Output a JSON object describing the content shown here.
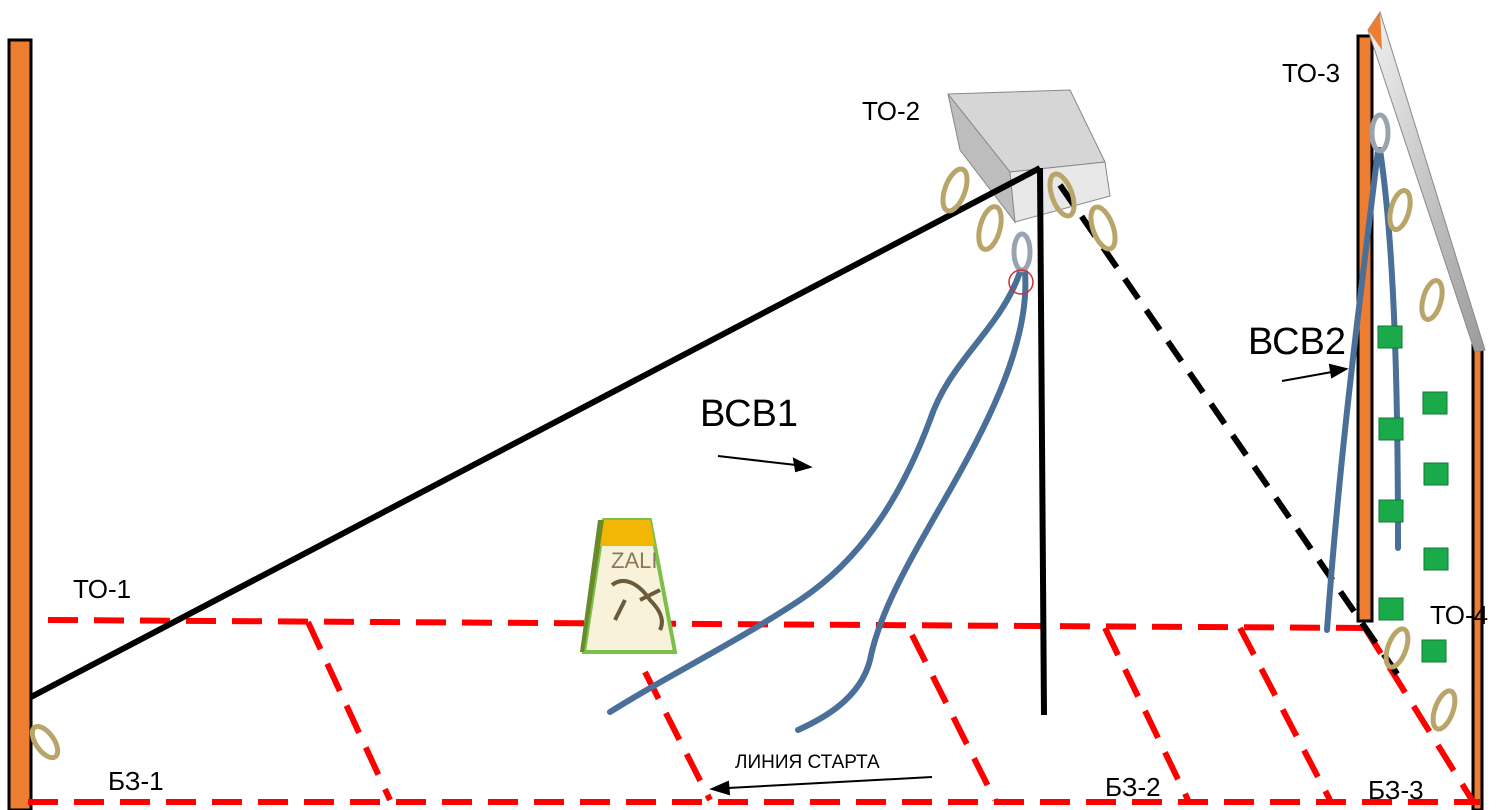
{
  "labels": {
    "to1": "ТО-1",
    "to2": "ТО-2",
    "to3": "ТО-3",
    "to4": "ТО-4",
    "vsv1": "ВСВ1",
    "vsv2": "ВСВ2",
    "bz1": "БЗ-1",
    "bz2": "БЗ-2",
    "bz3": "БЗ-3",
    "start_line": "ЛИНИЯ СТАРТА"
  },
  "sign": {
    "title": "ZALI",
    "note": "..."
  },
  "colors": {
    "post": "#ED7D31",
    "rope_main": "#000000",
    "rope_climb": "#4A6F98",
    "zone_line": "#FF0000",
    "hold": "#1AAA4A",
    "panel": "#C8C8C8",
    "carabiner": "#B9A46A"
  },
  "icons": [
    "carabiner-icon",
    "climbing-hold-icon",
    "sign-icon",
    "anchor-panel-icon"
  ]
}
